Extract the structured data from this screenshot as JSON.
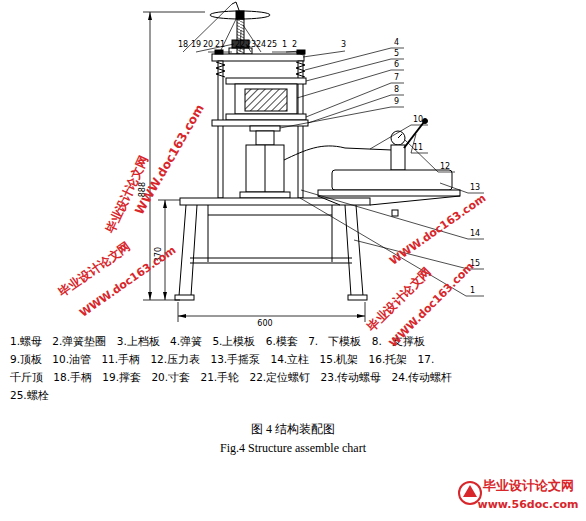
{
  "diagram": {
    "caption": "图 4 结构装配图",
    "labels": [
      "18",
      "19",
      "20",
      "21",
      "22",
      "23",
      "24",
      "25",
      "1",
      "2",
      "3",
      "4",
      "5",
      "6",
      "7",
      "8",
      "9",
      "10",
      "11",
      "12",
      "13",
      "14",
      "15",
      "1",
      "888",
      "370",
      "600",
      "1.螺母 2.弹簧垫圈 3.上档板 4.弹簧 5.上模板 6.模套 7. 下模板 8. 支撑板",
      "9.顶板 10.油管 11.手柄 12.压力表 13.手摇泵 14.立柱 15.机架 16.托架 17.",
      "千斤顶 18.手柄 19.撑套 20.寸套 21.手轮 22.定位螺钉 23.传动螺母 24.传动螺杆",
      "25.螺栓",
      "Fig.4 Structure assemble chart",
      "毕业设计论文网",
      "WWW.doc163.com",
      "WWW.doc163.com",
      "毕业设计论文网",
      "WWW.doc163.com",
      "毕业设计论文网",
      "WWW.doc163.com",
      "毕业设计论文网",
      "www.56doc.com"
    ]
  }
}
